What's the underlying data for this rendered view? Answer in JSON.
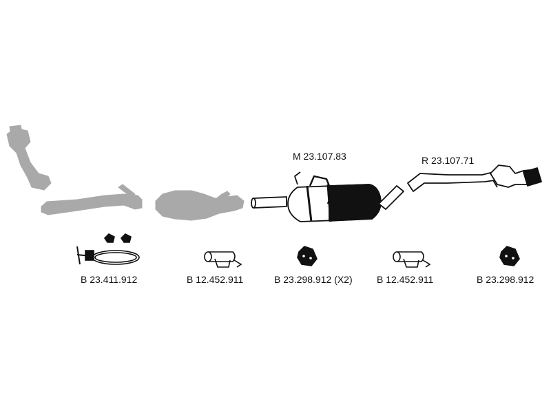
{
  "diagram": {
    "colors": {
      "ghost": "#a9a9a9",
      "part": "#111111",
      "background": "#ffffff"
    },
    "main_parts": {
      "middle_silencer": "M 23.107.83",
      "rear_silencer": "R 23.107.71"
    },
    "fittings": [
      {
        "code": "B 23.411.912"
      },
      {
        "code": "B 12.452.911"
      },
      {
        "code": "B 23.298.912 (X2)"
      },
      {
        "code": "B 12.452.911"
      },
      {
        "code": "B 23.298.912"
      }
    ]
  }
}
